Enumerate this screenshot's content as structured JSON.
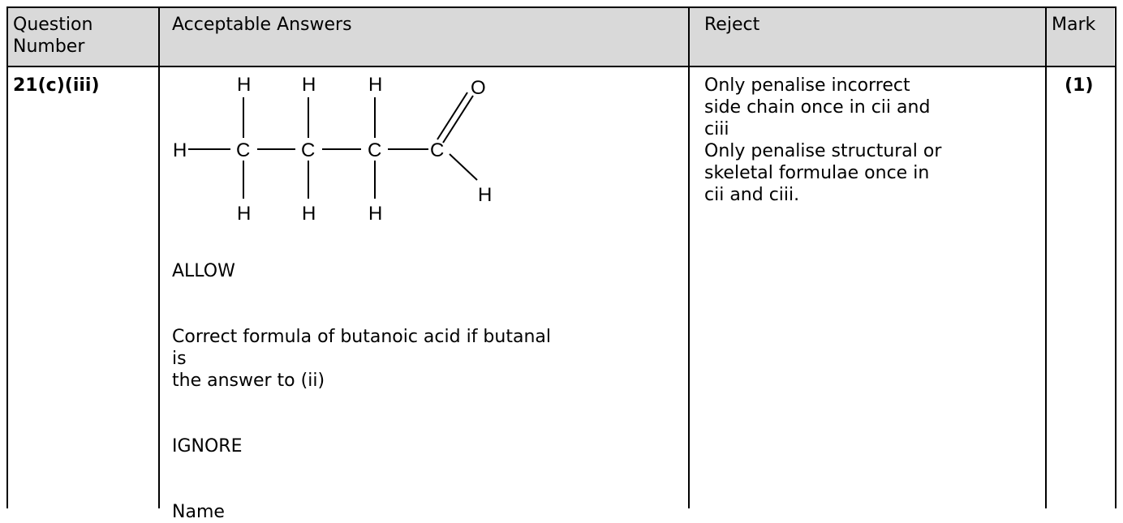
{
  "header": {
    "question_line1": "Question",
    "question_line2": "Number",
    "answers": "Acceptable Answers",
    "reject": "Reject",
    "mark": "Mark"
  },
  "row": {
    "question_number": "21(c)(iii)",
    "mark": "(1)",
    "structure": {
      "atoms": {
        "h_top_1": "H",
        "h_top_2": "H",
        "h_top_3": "H",
        "o": "O",
        "h_left": "H",
        "c1": "C",
        "c2": "C",
        "c3": "C",
        "c4": "C",
        "h_ald": "H",
        "h_bot_1": "H",
        "h_bot_2": "H",
        "h_bot_3": "H"
      }
    },
    "answers": {
      "allow_heading": "ALLOW",
      "allow_line1": "Correct formula of butanoic acid if butanal",
      "allow_line2": "is",
      "allow_line3": "the answer to (ii)",
      "ignore_heading": "IGNORE",
      "ignore_line1": "Name"
    },
    "reject": {
      "line1": "Only penalise incorrect",
      "line2": "side chain once in cii and",
      "line3": "ciii",
      "line4": "Only penalise structural or",
      "line5": "skeletal formulae once in",
      "line6": "cii and ciii."
    }
  }
}
